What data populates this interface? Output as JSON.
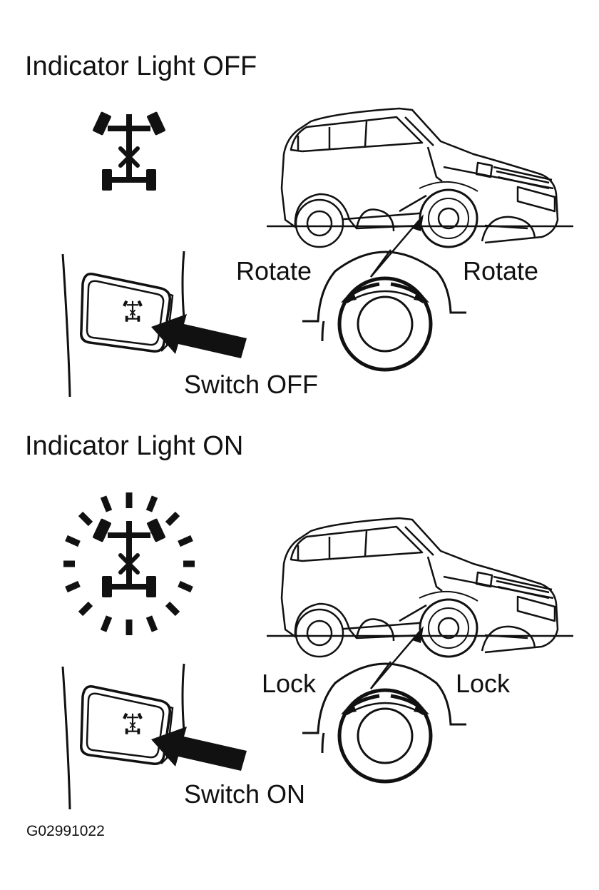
{
  "top": {
    "heading": "Indicator Light OFF",
    "left_word": "Rotate",
    "right_word": "Rotate",
    "switch_label": "Switch OFF"
  },
  "bottom": {
    "heading": "Indicator Light ON",
    "left_word": "Lock",
    "right_word": "Lock",
    "switch_label": "Switch ON"
  },
  "figure_code": "G02991022"
}
